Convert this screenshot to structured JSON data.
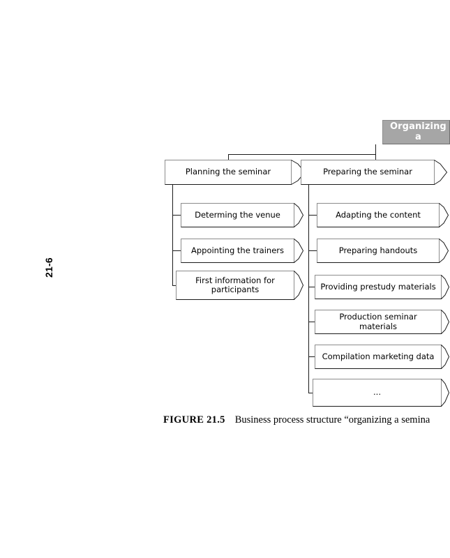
{
  "page": {
    "folio": "21-6"
  },
  "caption": {
    "label": "FIGURE 21.5",
    "text": "Business process structure “organizing a semina"
  },
  "diagram": {
    "root": {
      "label": "Organizing a",
      "fill_color": "#a6a6a6",
      "text_color": "#ffffff"
    },
    "branches": [
      {
        "label": "Planning the seminar",
        "children": [
          {
            "label": "Determing the venue"
          },
          {
            "label": "Appointing the trainers"
          },
          {
            "label": "First information for participants"
          }
        ]
      },
      {
        "label": "Preparing the seminar",
        "children": [
          {
            "label": "Adapting the content"
          },
          {
            "label": "Preparing handouts"
          },
          {
            "label": "Providing prestudy materials"
          },
          {
            "label": "Production seminar materials"
          },
          {
            "label": "Compilation marketing data"
          },
          {
            "label": "..."
          }
        ]
      }
    ],
    "box_style": {
      "border_light": "#8c8c8c",
      "border_dark": "#1a1a1a",
      "background": "#ffffff",
      "connector_color": "#1a1a1a"
    }
  }
}
